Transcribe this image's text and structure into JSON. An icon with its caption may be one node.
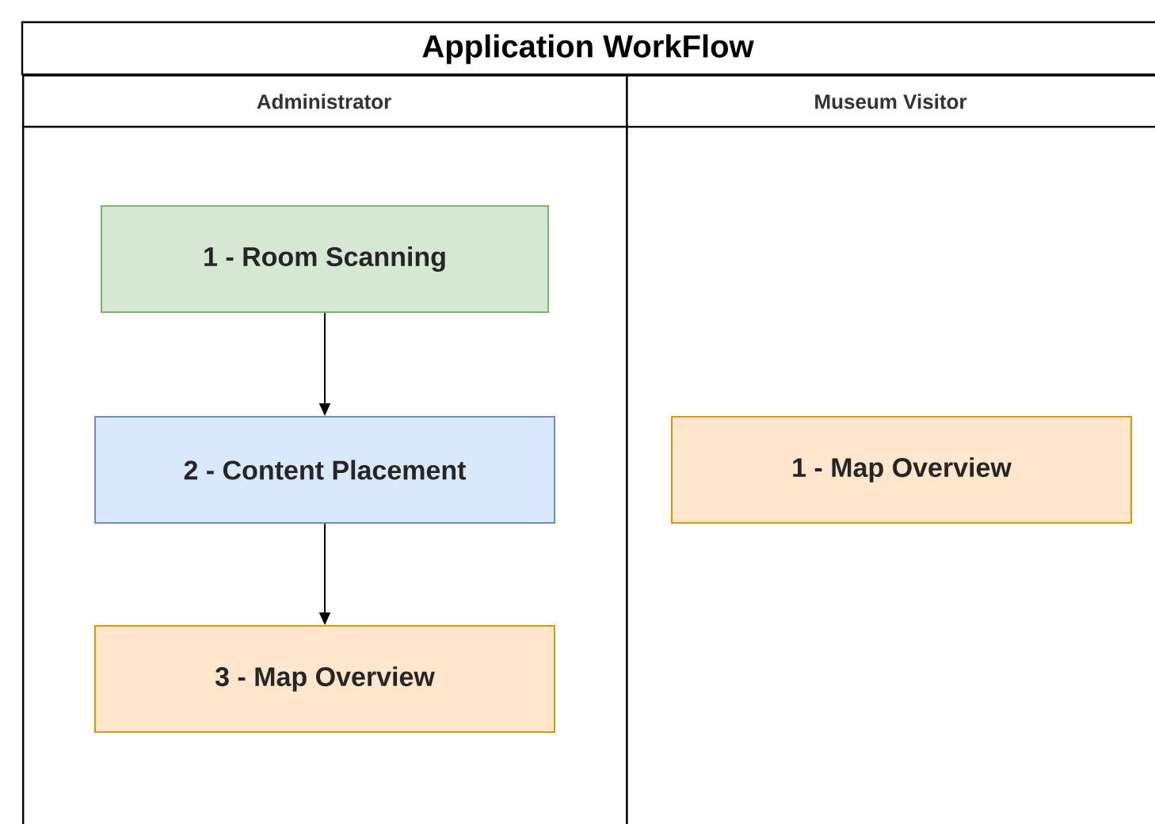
{
  "diagram": {
    "title": "Application WorkFlow",
    "nodes": [
      {
        "text": [
          "Administrator"
        ]
      },
      {
        "text": [
          "1 - Room Scanning"
        ],
        "in": 0
      },
      {
        "text": [
          "2 - Content Placement"
        ],
        "in": 0
      },
      {
        "text": [
          "3 - Map Overview"
        ],
        "in": 0
      },
      {
        "text": [
          "Museum Visitor"
        ]
      },
      {
        "text": [
          "1 - Map Overview"
        ],
        "in": 4
      }
    ],
    "edges": [
      {
        "from": 1,
        "to": 2,
        "arrow": "to"
      },
      {
        "from": 2,
        "to": 3,
        "arrow": "to"
      }
    ]
  }
}
